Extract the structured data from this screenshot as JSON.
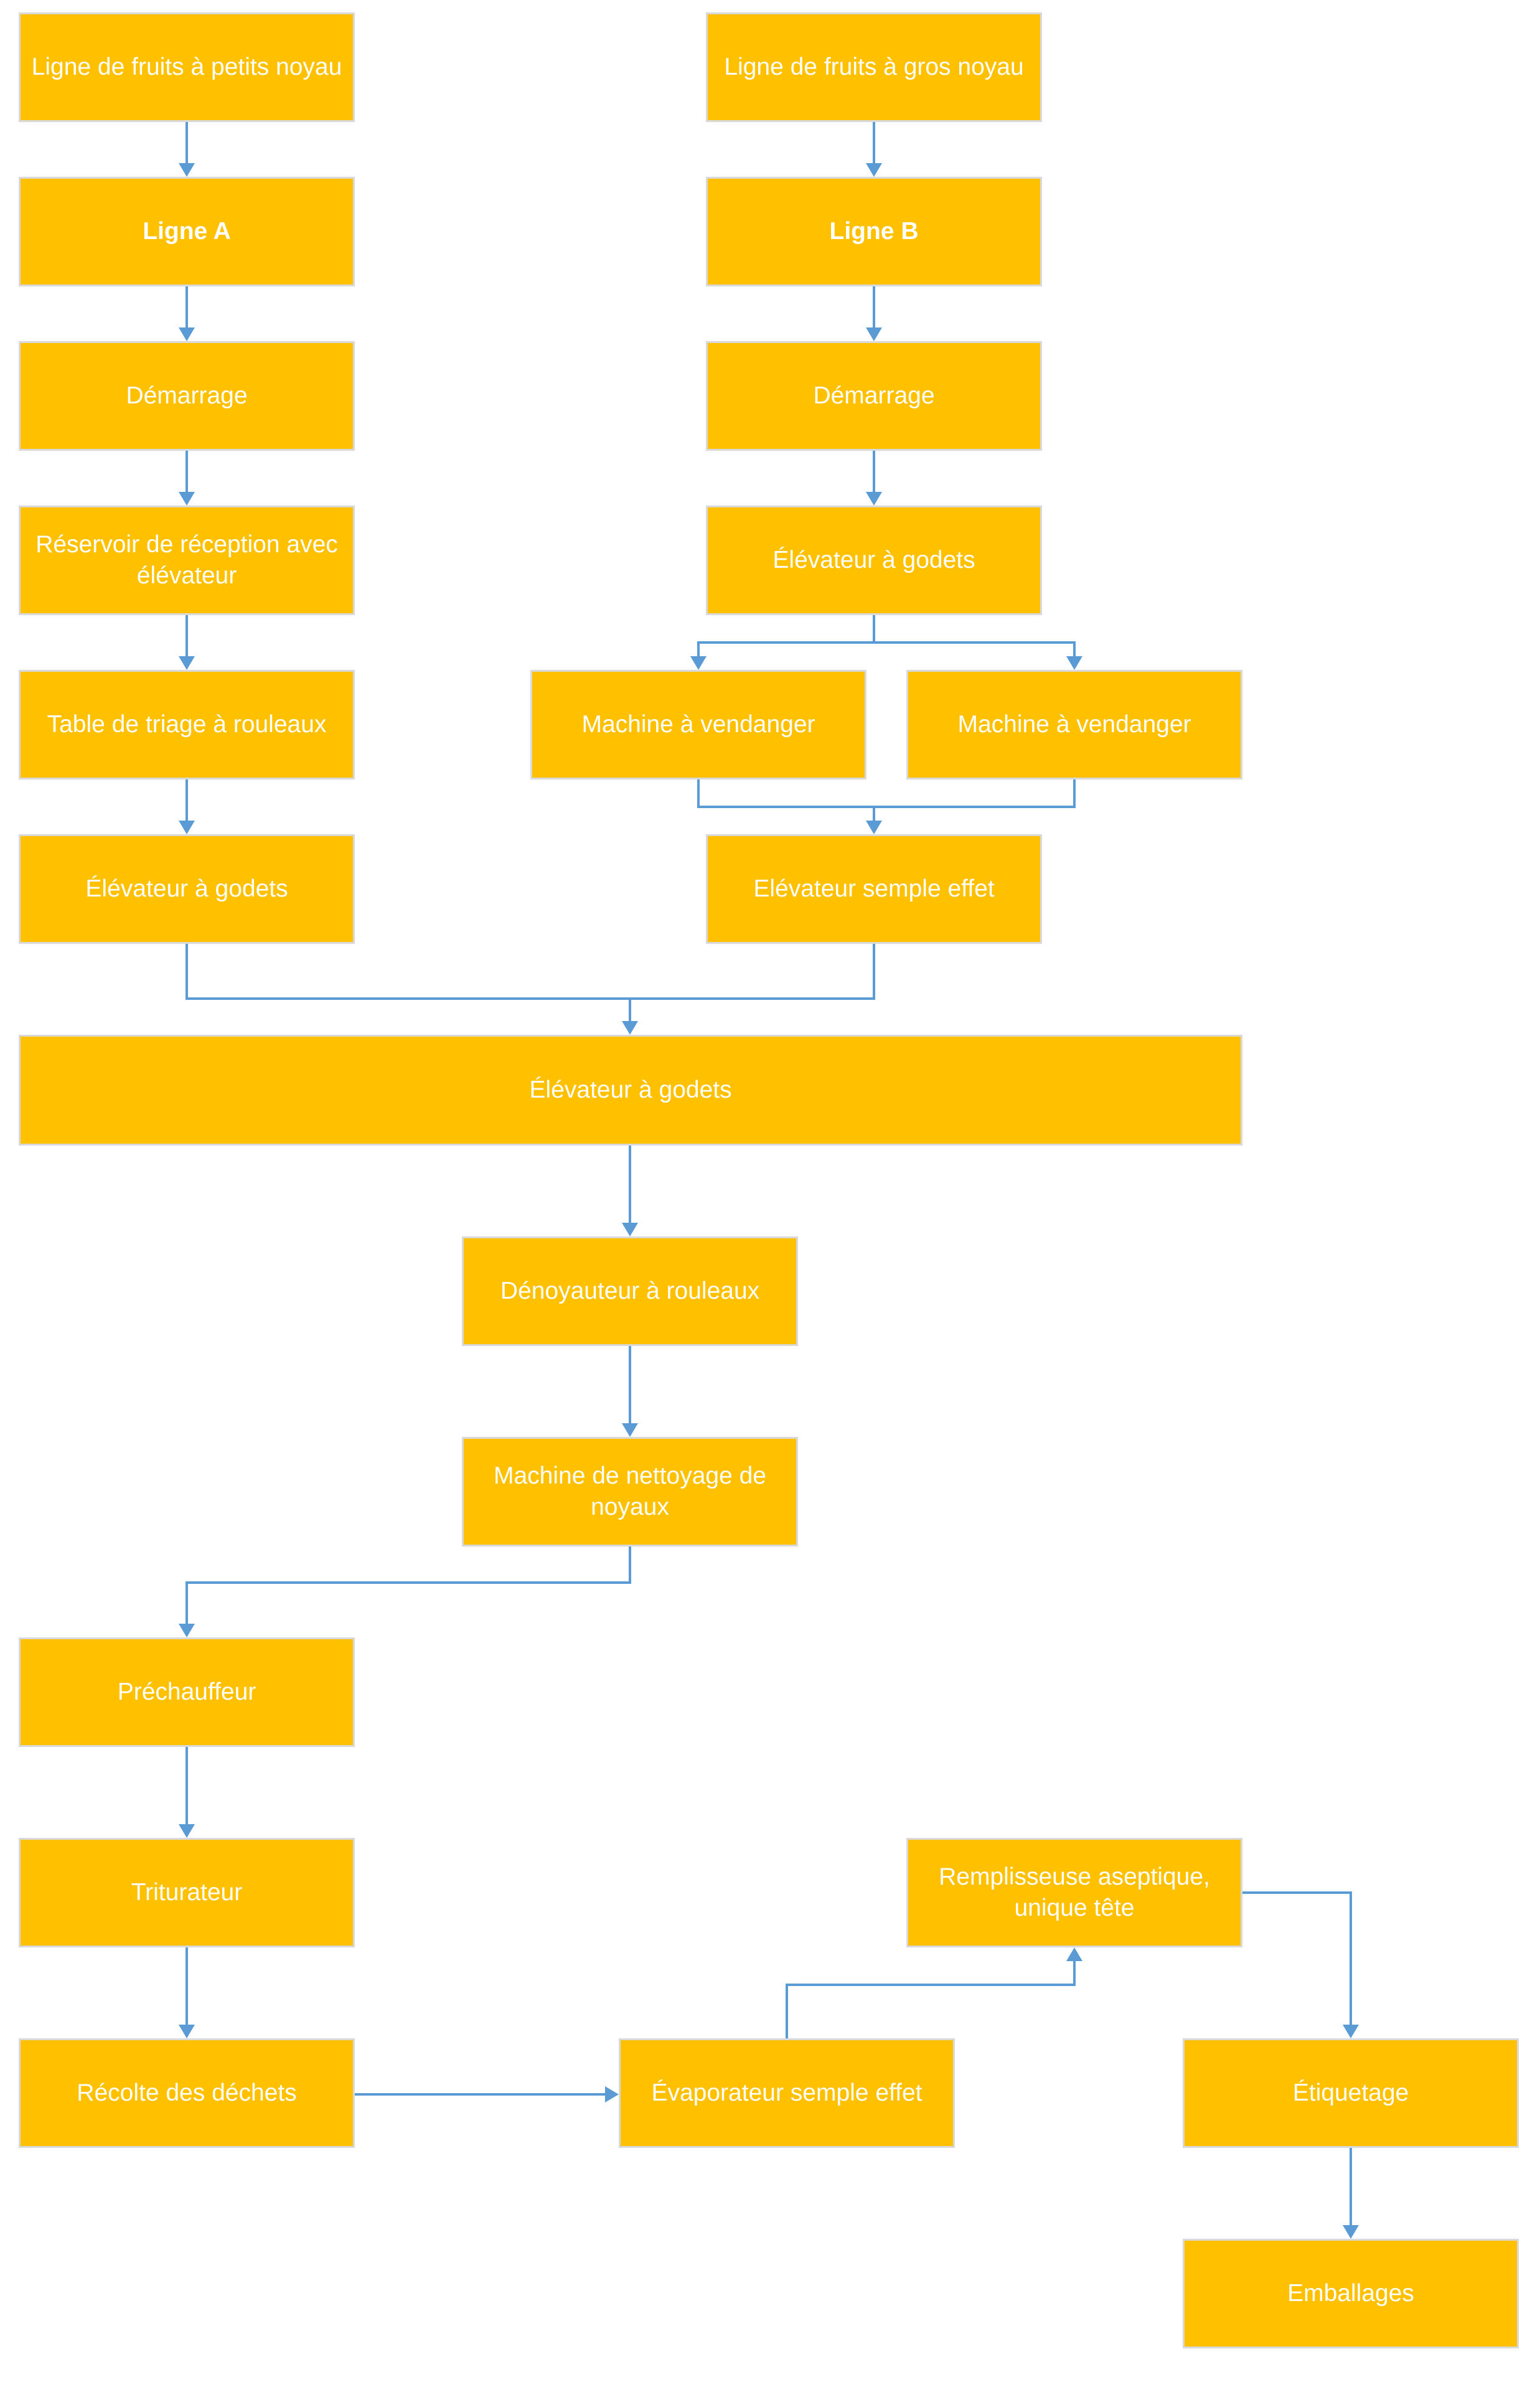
{
  "diagram": {
    "colors": {
      "box_fill": "#FFC000",
      "box_border": "#D9D9D9",
      "box_text": "#FFFFFF",
      "connector": "#5B9BD5"
    },
    "nodes": {
      "n1": "Ligne de fruits à petits noyau",
      "n2": "Ligne de fruits à gros noyau",
      "n3": "Ligne A",
      "n4": "Ligne B",
      "n5": "Démarrage",
      "n6": "Démarrage",
      "n7": "Réservoir de réception avec élévateur",
      "n8": "Élévateur à godets",
      "n9": "Table de triage à rouleaux",
      "n10": "Machine à vendanger",
      "n11": "Machine à vendanger",
      "n12": "Élévateur à godets",
      "n13": "Elévateur semple effet",
      "n14": "Élévateur à godets",
      "n15": "Dénoyauteur à rouleaux",
      "n16": "Machine de nettoyage de noyaux",
      "n17": "Préchauffeur",
      "n18": "Triturateur",
      "n19": "Remplisseuse aseptique, unique tête",
      "n20": "Récolte des déchets",
      "n21": "Évaporateur semple effet",
      "n22": "Étiquetage",
      "n23": "Emballages"
    }
  }
}
